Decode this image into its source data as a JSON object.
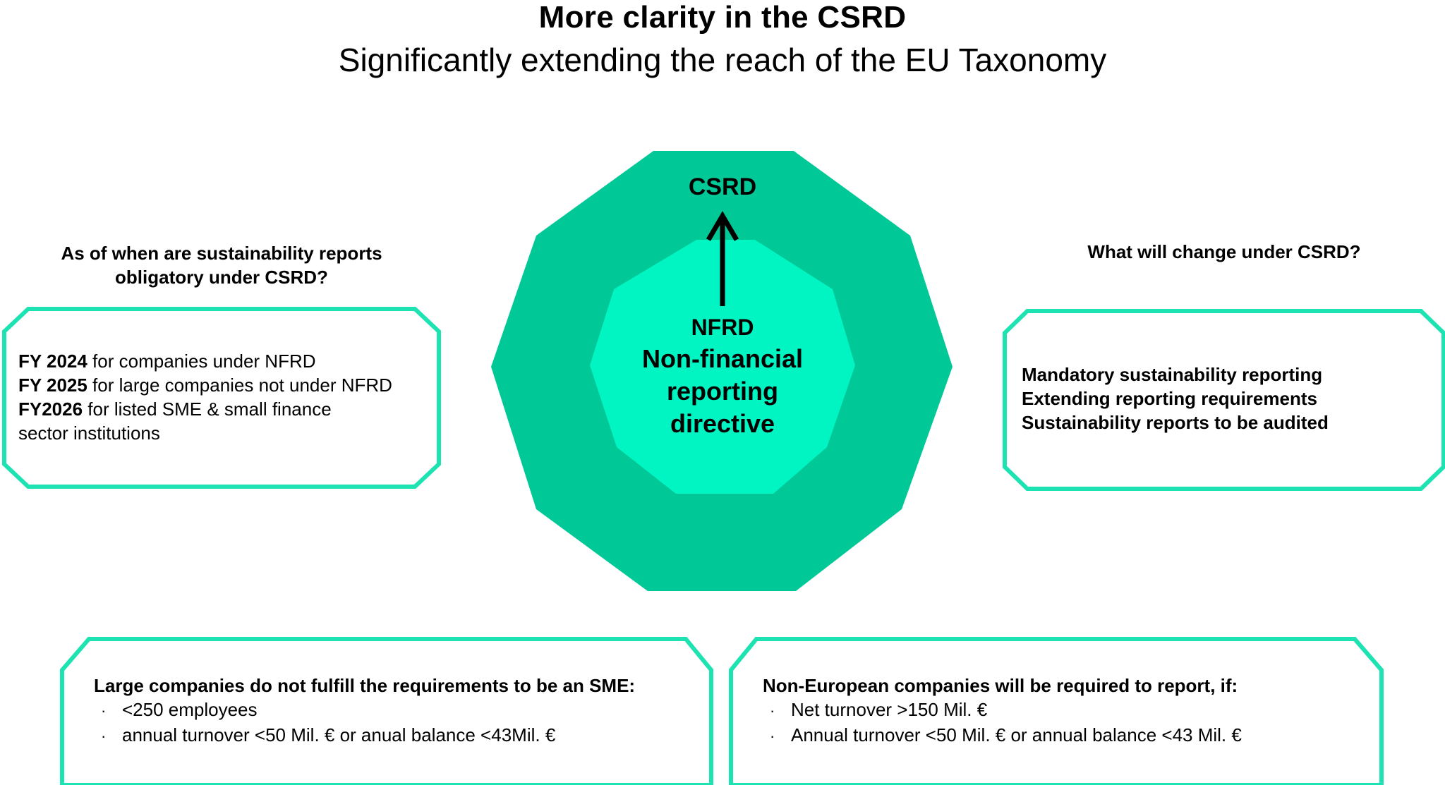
{
  "header": {
    "title": "More clarity in the CSRD",
    "subtitle": "Significantly extending the reach of the EU Taxonomy"
  },
  "colors": {
    "outer_shape": "#00c896",
    "inner_shape": "#00f5c3",
    "box_border": "#1de2b2",
    "text": "#000000"
  },
  "center": {
    "outer_label": "CSRD",
    "inner_label": "NFRD",
    "inner_full_line1": "Non-financial",
    "inner_full_line2": "reporting",
    "inner_full_line3": "directive"
  },
  "left_panel": {
    "question_line1": "As of when are sustainability reports",
    "question_line2": "obligatory under CSRD?",
    "items": [
      {
        "year": "FY 2024",
        "text": " for companies under NFRD"
      },
      {
        "year": "FY 2025",
        "text": " for large companies not under NFRD"
      },
      {
        "year": "FY2026",
        "text": " for listed SME & small finance"
      }
    ],
    "item_continuation": "sector institutions"
  },
  "right_panel": {
    "question": "What will change under CSRD?",
    "items": [
      "Mandatory sustainability reporting",
      "Extending reporting requirements",
      "Sustainability reports to be audited"
    ]
  },
  "bottom_left": {
    "heading": "Large companies do not fulfill the requirements to be an SME:",
    "bullet_symbol": "·",
    "bullets": [
      "<250 employees",
      "annual turnover <50 Mil. € or anual balance <43Mil. €"
    ]
  },
  "bottom_right": {
    "heading": "Non-European companies will be required to report, if:",
    "bullet_symbol": "·",
    "bullets": [
      "Net turnover >150 Mil. €",
      "Annual turnover <50 Mil. € or annual balance <43 Mil. €"
    ]
  }
}
